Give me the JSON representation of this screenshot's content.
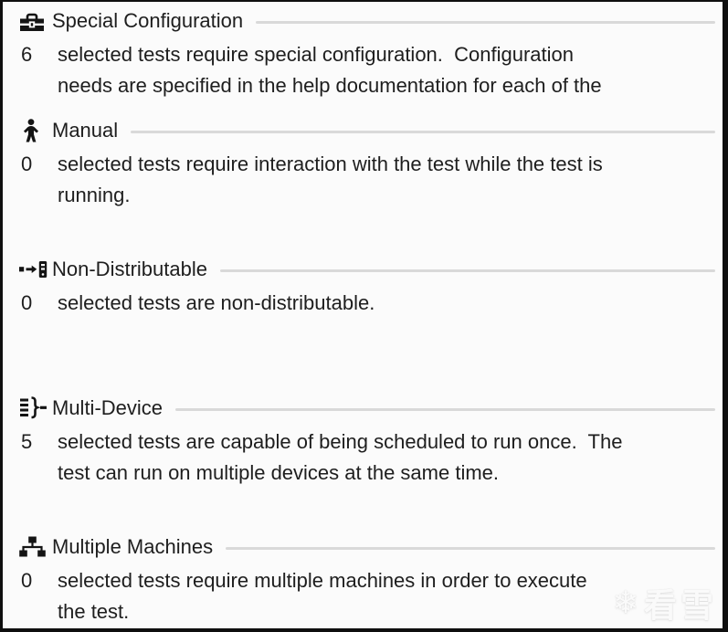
{
  "colors": {
    "text": "#1e1e1e",
    "separator": "#d9d9d9",
    "background": "#fbfbfb",
    "border": "#0f0f0f",
    "icon": "#141414",
    "watermark": "#fcfcfc"
  },
  "watermark": {
    "icon": "snowflake-icon",
    "icon_glyph": "❄",
    "text": "看雪"
  },
  "sections": [
    {
      "id": "special-configuration",
      "icon": "toolbox-icon",
      "title": "Special Configuration",
      "count": "6",
      "lines": [
        "selected tests require special configuration.  Configuration",
        "needs are specified in the help documentation for each of the"
      ]
    },
    {
      "id": "manual",
      "icon": "person-icon",
      "title": "Manual",
      "count": "0",
      "lines": [
        "selected tests require interaction with the test while the test is",
        "running."
      ]
    },
    {
      "id": "non-distributable",
      "icon": "device-transfer-icon",
      "title": "Non-Distributable",
      "count": "0",
      "lines": [
        "selected tests are non-distributable."
      ]
    },
    {
      "id": "multi-device",
      "icon": "list-brace-icon",
      "title": "Multi-Device",
      "count": "5",
      "lines": [
        "selected tests are capable of being scheduled to run once.  The",
        "test can run on multiple devices at the same time."
      ]
    },
    {
      "id": "multiple-machines",
      "icon": "network-hierarchy-icon",
      "title": "Multiple Machines",
      "count": "0",
      "lines": [
        "selected tests require multiple machines in order to execute",
        "the test."
      ]
    }
  ]
}
